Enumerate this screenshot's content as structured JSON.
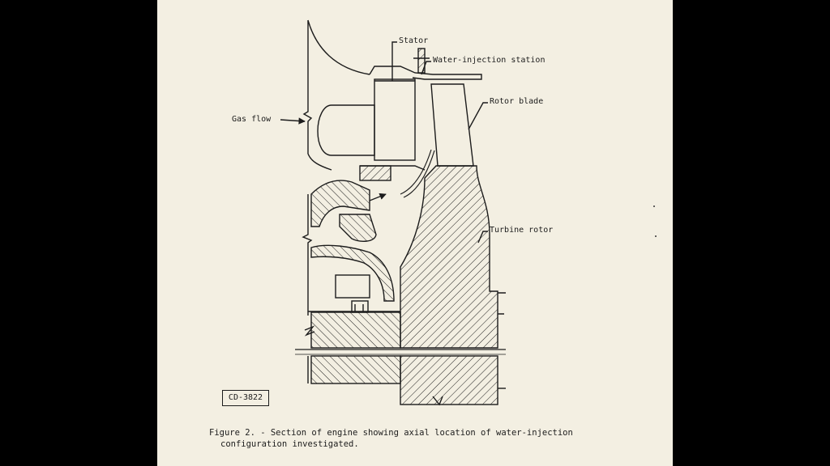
{
  "labels": {
    "stator": "Stator",
    "water_injection": "Water-injection station",
    "rotor_blade": "Rotor blade",
    "gas_flow": "Gas flow",
    "turbine_rotor": "Turbine rotor"
  },
  "stamp": "CD-3822",
  "caption": {
    "line1": "Figure 2. - Section of engine showing axial location of water-injection",
    "line2": "configuration investigated."
  },
  "colors": {
    "paper": "#f3efe2",
    "ink": "#1c1c1c",
    "background": "#000000"
  }
}
